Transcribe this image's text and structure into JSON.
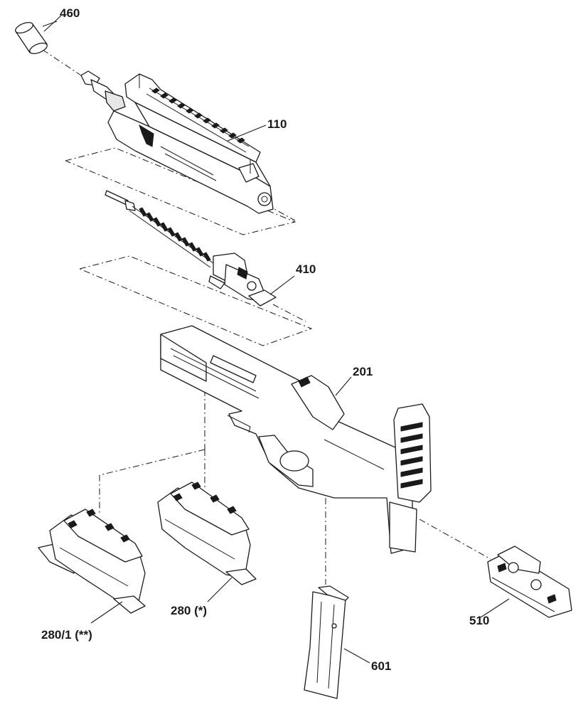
{
  "labels": {
    "p460": "460",
    "p110": "110",
    "p410": "410",
    "p201": "201",
    "p280_1": "280/1 (**)",
    "p280": "280 (*)",
    "p601": "601",
    "p510": "510"
  },
  "colors": {
    "line": "#1a1a1a",
    "fill": "#ffffff",
    "shade": "#e6e6e6"
  }
}
